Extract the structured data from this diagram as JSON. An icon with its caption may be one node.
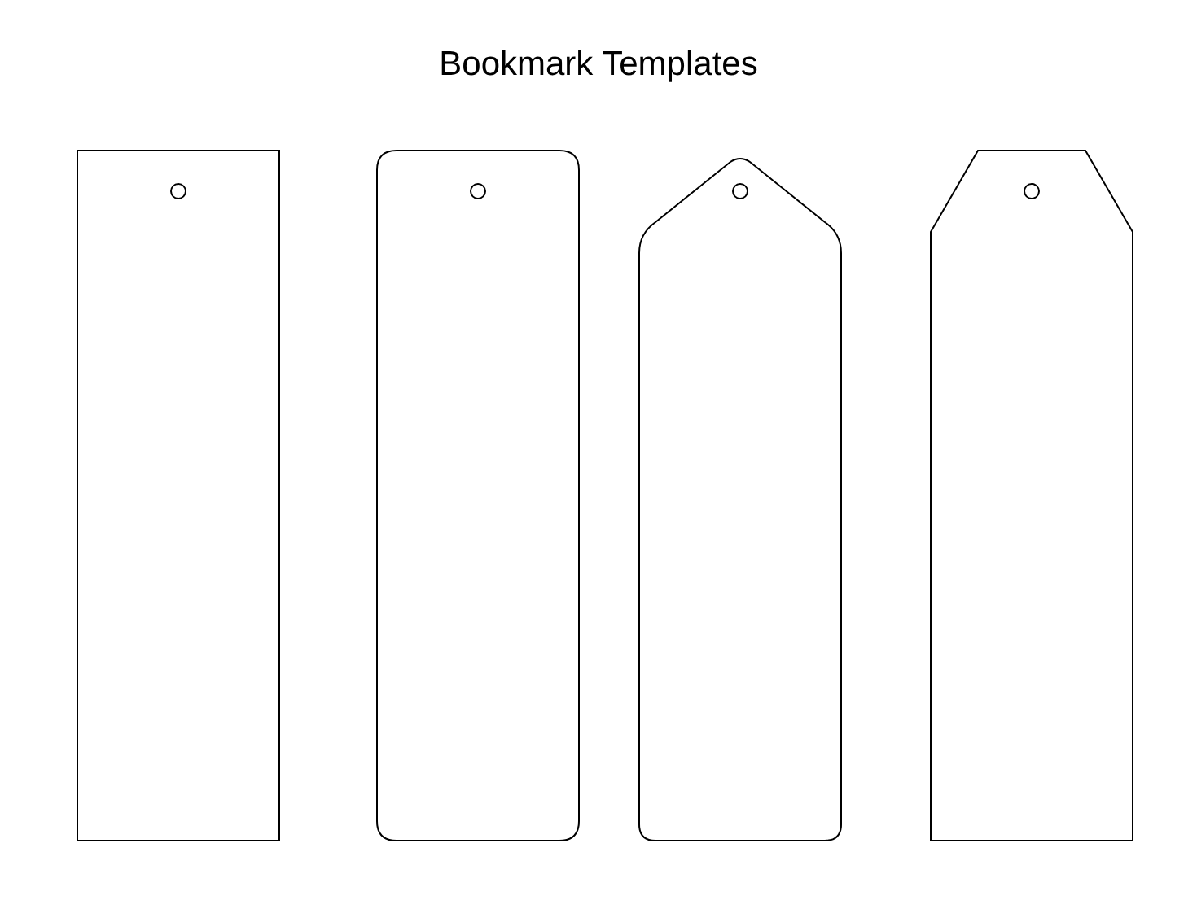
{
  "diagram": {
    "title": "Bookmark Templates",
    "nodes": [
      {
        "text": [],
        "shape": "rectangle"
      },
      {
        "text": [],
        "shape": "roundrect"
      },
      {
        "text": [],
        "shape": "pentagon"
      },
      {
        "text": [],
        "shape": "hexagon"
      }
    ],
    "edges": []
  }
}
